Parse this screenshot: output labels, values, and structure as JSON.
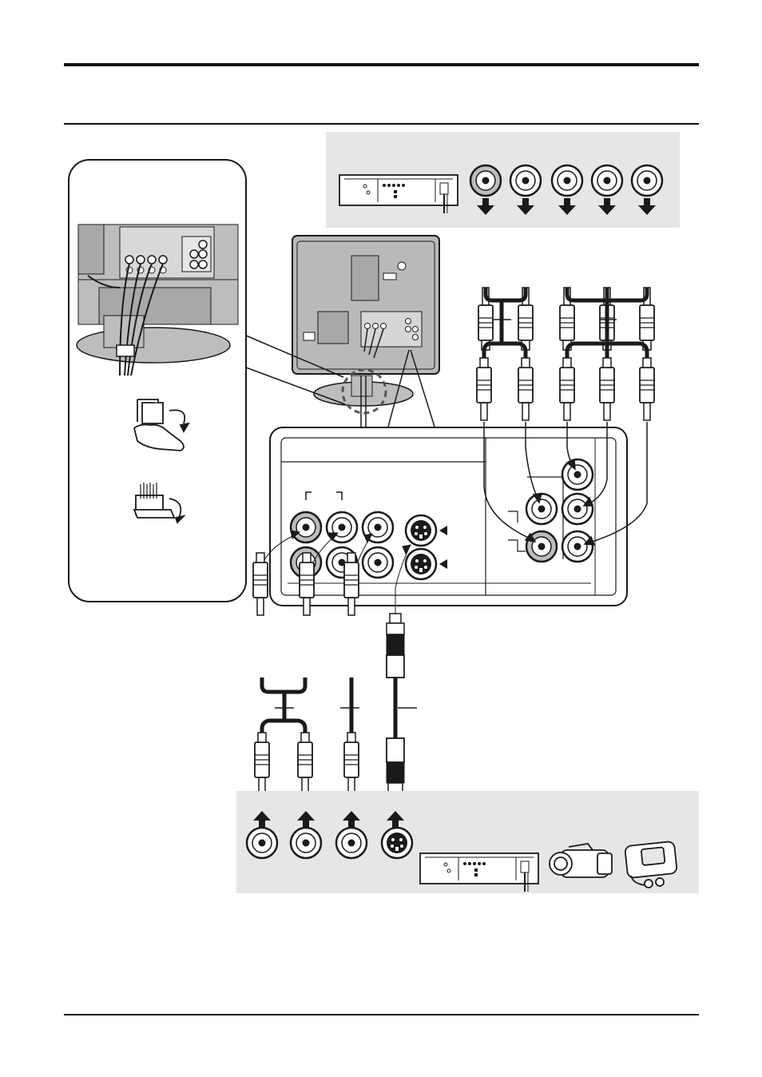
{
  "colors": {
    "ink": "#1a1a1a",
    "panel_gray": "#e6e6e6",
    "tv_gray": "#b9b9b9",
    "jack_gray": "#9a9a9a",
    "paper": "#ffffff"
  },
  "diagram": {
    "top_device": {
      "name": "recorder-output-panel",
      "icon": "vcr-icon",
      "jacks": 5,
      "plugs": 5
    },
    "bottom_device": {
      "name": "playback-source-panel",
      "icons": [
        "vcr-icon",
        "camcorder-icon",
        "game-console-icon"
      ],
      "jacks": [
        "rca",
        "rca",
        "rca",
        "s-video"
      ],
      "plugs": 4
    },
    "tv_rear_panel": {
      "rca_jacks_top_row": 3,
      "rca_jacks_bottom_row": 3,
      "s_video_jacks": 2,
      "component_jacks": 5
    },
    "cable_tie_inset": {
      "icons": [
        "tv-stand-icon",
        "cable-clip-open-icon",
        "cable-clip-close-icon"
      ]
    }
  }
}
